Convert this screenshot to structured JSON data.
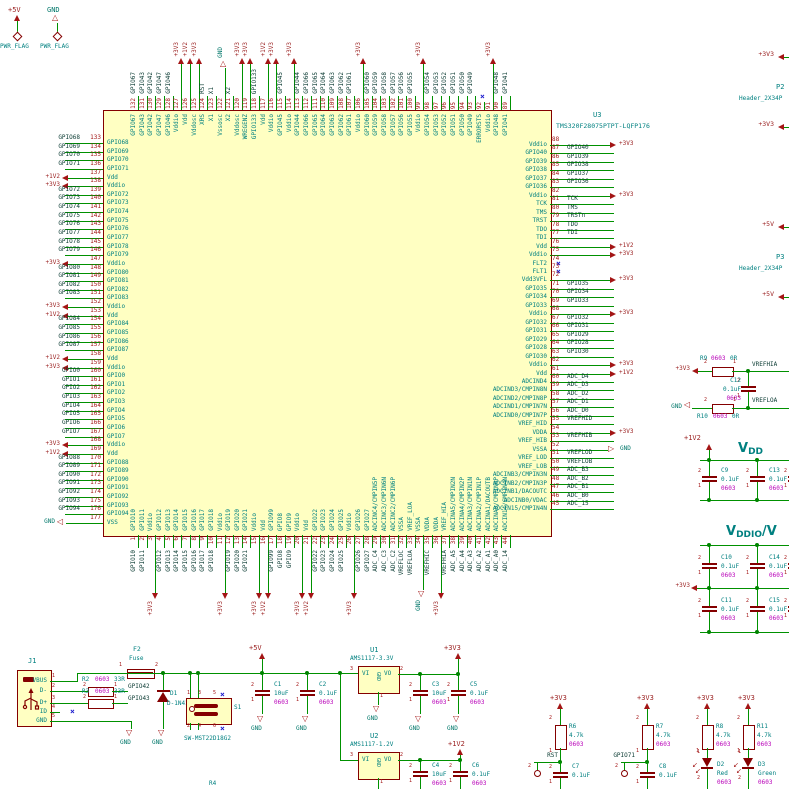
{
  "power": {
    "p5": "+5V",
    "p33": "+3V3",
    "p12": "+1V2",
    "gnd": "GND"
  },
  "power_flags": {
    "label": "PWR_FLAG",
    "flag1_net": "+5V",
    "flag2_net": "GND"
  },
  "nets": {
    "gpio42": "GPIO42",
    "gpio43": "GPIO43",
    "rst": "RST",
    "gpio71": "GPIO71",
    "vrefhia": "VREFHIA",
    "vrefloa": "VREFLOA"
  },
  "titles": {
    "vdd": {
      "lead": "V",
      "sub": "DD",
      "tail": ""
    },
    "vddio": {
      "lead": "V",
      "sub": "DDIO",
      "tail": "/V"
    }
  },
  "headers": {
    "p2": {
      "ref": "P2",
      "value": "Header_2X34P",
      "top_net": "+3V3",
      "bottom_net": "+3V3"
    },
    "p3": {
      "ref": "P3",
      "value": "Header_2X34P",
      "top_net": "+5V",
      "bottom_net": "+5V"
    }
  },
  "components": {
    "J1": {
      "ref": "J1",
      "pin_names": [
        "VBUS",
        "D-",
        "D+",
        "ID",
        "GND"
      ],
      "pin_numbers": [
        "1",
        "2",
        "3",
        "4",
        "5"
      ]
    },
    "F2": {
      "ref": "F2",
      "value": "Fuse"
    },
    "R2": {
      "ref": "R2",
      "fp": "0603",
      "value": "33R"
    },
    "R3": {
      "ref": "R3",
      "fp": "0603",
      "value": "33R"
    },
    "R4": {
      "ref": "R4"
    },
    "D1": {
      "ref": "D1",
      "value": "D-1N4148"
    },
    "S1": {
      "ref": "S1",
      "value": "SW-MST22D18G2"
    },
    "U1": {
      "ref": "U1",
      "value": "AMS1117-3.3V",
      "pin_vi": "VI",
      "pin_vo": "VO",
      "pin_gnd": "GND",
      "num_vi": "3",
      "num_vo": "2",
      "num_gnd": "1"
    },
    "U2": {
      "ref": "U2",
      "value": "AMS1117-1.2V",
      "pin_vi": "VI",
      "pin_vo": "VO",
      "pin_gnd": "GND",
      "num_vi": "3",
      "num_vo": "2",
      "num_gnd": "1"
    },
    "C1": {
      "ref": "C1",
      "value": "10uF",
      "fp": "0603"
    },
    "C2": {
      "ref": "C2",
      "value": "0.1uF",
      "fp": "0603"
    },
    "C3": {
      "ref": "C3",
      "value": "10uF",
      "fp": "0603"
    },
    "C4": {
      "ref": "C4",
      "value": "10uF",
      "fp": "0603"
    },
    "C5": {
      "ref": "C5",
      "value": "0.1uF",
      "fp": "0603"
    },
    "C6": {
      "ref": "C6",
      "value": "0.1uF",
      "fp": "0603"
    },
    "C7": {
      "ref": "C7",
      "value": "0.1uF"
    },
    "C8": {
      "ref": "C8",
      "value": "0.1uF"
    },
    "C9": {
      "ref": "C9",
      "value": "0.1uF",
      "fp": "0603"
    },
    "C10": {
      "ref": "C10",
      "value": "0.1uF",
      "fp": "0603"
    },
    "C11": {
      "ref": "C11",
      "value": "0.1uF",
      "fp": "0603"
    },
    "C12": {
      "ref": "C12",
      "value": "0.1uF",
      "fp": "0603"
    },
    "C13": {
      "ref": "C13",
      "value": "0.1uF",
      "fp": "0603"
    },
    "C14": {
      "ref": "C14",
      "value": "0.1uF",
      "fp": "0603"
    },
    "C15": {
      "ref": "C15",
      "value": "0.1uF",
      "fp": "0603"
    },
    "R6": {
      "ref": "R6",
      "value": "4.7k",
      "fp": "0603"
    },
    "R7": {
      "ref": "R7",
      "value": "4.7k",
      "fp": "0603"
    },
    "R8": {
      "ref": "R8",
      "value": "4.7k",
      "fp": "0603"
    },
    "R11": {
      "ref": "R11",
      "value": "4.7k",
      "fp": "0603"
    },
    "R9": {
      "ref": "R9",
      "fp": "0603",
      "value": "0R"
    },
    "R10": {
      "ref": "R10",
      "fp": "0603",
      "value": "0R"
    },
    "D2": {
      "ref": "D2",
      "value": "Red",
      "fp": "0603"
    },
    "D3": {
      "ref": "D3",
      "value": "Green",
      "fp": "0603"
    }
  },
  "chip": {
    "ref": "U3",
    "part": "TMS320F28075PTPT-LQFP176",
    "left": [
      [
        "133",
        "GPIO68",
        "GPIO68"
      ],
      [
        "134",
        "GPIO69",
        "GPIO69"
      ],
      [
        "135",
        "GPIO70",
        "GPIO70"
      ],
      [
        "136",
        "GPIO71",
        "GPIO71"
      ],
      [
        "137",
        "Vdd",
        "+1V2"
      ],
      [
        "138",
        "Vddio",
        "+3V3"
      ],
      [
        "139",
        "GPIO72",
        "GPIO72"
      ],
      [
        "140",
        "GPIO73",
        "GPIO73"
      ],
      [
        "141",
        "GPIO74",
        "GPIO74"
      ],
      [
        "142",
        "GPIO75",
        "GPIO75"
      ],
      [
        "143",
        "GPIO76",
        "GPIO76"
      ],
      [
        "144",
        "GPIO77",
        "GPIO77"
      ],
      [
        "145",
        "GPIO78",
        "GPIO78"
      ],
      [
        "146",
        "GPIO79",
        "GPIO79"
      ],
      [
        "147",
        "Vddio",
        "+3V3"
      ],
      [
        "148",
        "GPIO80",
        "GPIO80"
      ],
      [
        "149",
        "GPIO81",
        "GPIO81"
      ],
      [
        "150",
        "GPIO82",
        "GPIO82"
      ],
      [
        "151",
        "GPIO83",
        "GPIO83"
      ],
      [
        "152",
        "Vddio",
        "+3V3"
      ],
      [
        "153",
        "Vdd",
        "+1V2"
      ],
      [
        "154",
        "GPIO84",
        "GPIO84"
      ],
      [
        "155",
        "GPIO85",
        "GPIO85"
      ],
      [
        "156",
        "GPIO86",
        "GPIO86"
      ],
      [
        "157",
        "GPIO87",
        "GPIO87"
      ],
      [
        "158",
        "Vdd",
        "+1V2"
      ],
      [
        "159",
        "Vddio",
        "+3V3"
      ],
      [
        "160",
        "GPIO0",
        "GPIO0"
      ],
      [
        "161",
        "GPIO1",
        "GPIO1"
      ],
      [
        "162",
        "GPIO2",
        "GPIO2"
      ],
      [
        "163",
        "GPIO3",
        "GPIO3"
      ],
      [
        "164",
        "GPIO4",
        "GPIO4"
      ],
      [
        "165",
        "GPIO5",
        "GPIO5"
      ],
      [
        "166",
        "GPIO6",
        "GPIO6"
      ],
      [
        "167",
        "GPIO7",
        "GPIO7"
      ],
      [
        "168",
        "Vddio",
        "+3V3"
      ],
      [
        "169",
        "Vdd",
        "+1V2"
      ],
      [
        "170",
        "GPIO88",
        "GPIO88"
      ],
      [
        "171",
        "GPIO89",
        "GPIO89"
      ],
      [
        "172",
        "GPIO90",
        "GPIO90"
      ],
      [
        "173",
        "GPIO91",
        "GPIO91"
      ],
      [
        "174",
        "GPIO92",
        "GPIO92"
      ],
      [
        "175",
        "GPIO93",
        "GPIO93"
      ],
      [
        "176",
        "GPIO94",
        "GPIO94"
      ],
      [
        "177",
        "VSS",
        "GND"
      ]
    ],
    "right": [
      [
        "88",
        "Vddio",
        "+3V3"
      ],
      [
        "87",
        "GPIO40",
        "GPIO40"
      ],
      [
        "86",
        "GPIO39",
        "GPIO39"
      ],
      [
        "85",
        "GPIO38",
        "GPIO38"
      ],
      [
        "84",
        "GPIO37",
        "GPIO37"
      ],
      [
        "83",
        "GPIO36",
        "GPIO36"
      ],
      [
        "82",
        "Vddio",
        "+3V3"
      ],
      [
        "81",
        "TCK",
        "TCK"
      ],
      [
        "80",
        "TMS",
        "TMS"
      ],
      [
        "79",
        "TRST",
        "TRSTn"
      ],
      [
        "78",
        "TDO",
        "TDO"
      ],
      [
        "77",
        "TDI",
        "TDI"
      ],
      [
        "76",
        "Vdd",
        "+1V2"
      ],
      [
        "75",
        "Vddio",
        "+3V3"
      ],
      [
        "74",
        "FLT2",
        "NC"
      ],
      [
        "73",
        "FLT1",
        "NC"
      ],
      [
        "72",
        "Vdd3VFL",
        "+3V3"
      ],
      [
        "71",
        "GPIO35",
        "GPIO35"
      ],
      [
        "70",
        "GPIO34",
        "GPIO34"
      ],
      [
        "69",
        "GPIO33",
        "GPIO33"
      ],
      [
        "68",
        "Vddio",
        "+3V3"
      ],
      [
        "67",
        "GPIO32",
        "GPIO32"
      ],
      [
        "66",
        "GPIO31",
        "GPIO31"
      ],
      [
        "65",
        "GPIO29",
        "GPIO29"
      ],
      [
        "64",
        "GPIO28",
        "GPIO28"
      ],
      [
        "63",
        "GPIO30",
        "GPIO30"
      ],
      [
        "62",
        "Vddio",
        "+3V3"
      ],
      [
        "61",
        "Vdd",
        "+1V2"
      ],
      [
        "60",
        "ADCIND4",
        "ADC_D4"
      ],
      [
        "59",
        "ADCIND3/CMPIN8N",
        "ADC_D3"
      ],
      [
        "58",
        "ADCIND2/CMPIN8P",
        "ADC_D2"
      ],
      [
        "57",
        "ADCIND1/CMPIN7N",
        "ADC_D1"
      ],
      [
        "56",
        "ADCIND0/CMPIN7P",
        "ADC_D0"
      ],
      [
        "55",
        "VREF_HID",
        "VREFHID"
      ],
      [
        "54",
        "VDDA",
        "+3V3"
      ],
      [
        "53",
        "VREF_HIB",
        "VREFHIB"
      ],
      [
        "52",
        "VSSA",
        "GND"
      ],
      [
        "51",
        "VREF_LOD",
        "VREFLOD"
      ],
      [
        "50",
        "VREF_LOB",
        "VREFLOB"
      ],
      [
        "49",
        "ADCINB3/CMPIN3N",
        "ADC_B3"
      ],
      [
        "48",
        "ADCINB2/CMPIN3P",
        "ADC_B2"
      ],
      [
        "47",
        "ADCINB1/DACOUTC",
        "ADC_B1"
      ],
      [
        "46",
        "ADCINB0/VDAC",
        "ADC_B0"
      ],
      [
        "45",
        "ADCIN15/CMPIN4N",
        "ADC_15"
      ]
    ],
    "top": [
      [
        "132",
        "GPIO67",
        "GPIO67"
      ],
      [
        "131",
        "GPIO43",
        "GPIO43"
      ],
      [
        "130",
        "GPIO42",
        "GPIO42"
      ],
      [
        "129",
        "GPIO47",
        "GPIO47"
      ],
      [
        "128",
        "GPIO46",
        "GPIO46"
      ],
      [
        "127",
        "Vddio",
        "+3V3"
      ],
      [
        "126",
        "Vdd",
        "+1V2"
      ],
      [
        "125",
        "Vddosc",
        "+3V3"
      ],
      [
        "124",
        "XRS",
        "RST"
      ],
      [
        "123",
        "X1",
        "X1"
      ],
      [
        "122",
        "Vssosc",
        "GND"
      ],
      [
        "121",
        "X2",
        "X2"
      ],
      [
        "120",
        "Vddosc",
        "+3V3"
      ],
      [
        "119",
        "WREGENZ",
        "+3V3"
      ],
      [
        "118",
        "GPIO133",
        "GPIO133"
      ],
      [
        "117",
        "Vdd",
        "+1V2"
      ],
      [
        "116",
        "Vddio",
        "+3V3"
      ],
      [
        "115",
        "GPIO45",
        "GPIO45"
      ],
      [
        "114",
        "Vddio",
        "+3V3"
      ],
      [
        "113",
        "GPIO44",
        "GPIO44"
      ],
      [
        "112",
        "GPIO66",
        "GPIO66"
      ],
      [
        "111",
        "GPIO65",
        "GPIO65"
      ],
      [
        "110",
        "GPIO64",
        "GPIO64"
      ],
      [
        "109",
        "GPIO63",
        "GPIO63"
      ],
      [
        "108",
        "GPIO62",
        "GPIO62"
      ],
      [
        "107",
        "GPIO61",
        "GPIO61"
      ],
      [
        "106",
        "Vddio",
        "+3V3"
      ],
      [
        "105",
        "GPIO60",
        "GPIO60"
      ],
      [
        "104",
        "GPIO59",
        "GPIO59"
      ],
      [
        "103",
        "GPIO58",
        "GPIO58"
      ],
      [
        "102",
        "GPIO57",
        "GPIO57"
      ],
      [
        "101",
        "GPIO56",
        "GPIO56"
      ],
      [
        "100",
        "GPIO55",
        "GPIO55"
      ],
      [
        "99",
        "Vddio",
        "+3V3"
      ],
      [
        "98",
        "GPIO54",
        "GPIO54"
      ],
      [
        "97",
        "GPIO53",
        "GPIO53"
      ],
      [
        "96",
        "GPIO52",
        "GPIO52"
      ],
      [
        "95",
        "GPIO51",
        "GPIO51"
      ],
      [
        "94",
        "GPIO50",
        "GPIO50"
      ],
      [
        "93",
        "GPIO49",
        "GPIO49"
      ],
      [
        "92",
        "ERRORSTS",
        "NC"
      ],
      [
        "91",
        "Vddio",
        "+3V3"
      ],
      [
        "90",
        "GPIO48",
        "GPIO48"
      ],
      [
        "89",
        "GPIO41",
        "GPIO41"
      ]
    ],
    "bottom": [
      [
        "1",
        "GPIO10",
        "GPIO10"
      ],
      [
        "2",
        "GPIO11",
        "GPIO11"
      ],
      [
        "3",
        "Vddio",
        "+3V3"
      ],
      [
        "4",
        "GPIO12",
        "GPIO12"
      ],
      [
        "5",
        "GPIO13",
        "GPIO13"
      ],
      [
        "6",
        "GPIO14",
        "GPIO14"
      ],
      [
        "7",
        "GPIO15",
        "GPIO15"
      ],
      [
        "8",
        "GPIO16",
        "GPIO16"
      ],
      [
        "9",
        "GPIO17",
        "GPIO17"
      ],
      [
        "10",
        "GPIO18",
        "GPIO18"
      ],
      [
        "11",
        "Vddio",
        "+3V3"
      ],
      [
        "12",
        "GPIO19",
        "GPIO19"
      ],
      [
        "13",
        "GPIO20",
        "GPIO20"
      ],
      [
        "14",
        "GPIO21",
        "GPIO21"
      ],
      [
        "15",
        "Vddio",
        "+3V3"
      ],
      [
        "16",
        "Vdd",
        "+1V2"
      ],
      [
        "17",
        "GPIO99",
        "GPIO99"
      ],
      [
        "18",
        "GPIO8",
        "GPIO8"
      ],
      [
        "19",
        "GPIO9",
        "GPIO9"
      ],
      [
        "20",
        "Vddio",
        "+3V3"
      ],
      [
        "21",
        "Vdd",
        "+1V2"
      ],
      [
        "22",
        "GPIO22",
        "GPIO22"
      ],
      [
        "23",
        "GPIO23",
        "GPIO23"
      ],
      [
        "24",
        "GPIO24",
        "GPIO24"
      ],
      [
        "25",
        "GPIO25",
        "GPIO25"
      ],
      [
        "26",
        "Vddio",
        "+3V3"
      ],
      [
        "27",
        "GPIO26",
        "GPIO26"
      ],
      [
        "28",
        "GPIO27",
        "GPIO27"
      ],
      [
        "29",
        "ADCINC4/CMPIN5P",
        "ADC_C4"
      ],
      [
        "30",
        "ADCINC3/CMPIN6N",
        "ADC_C3"
      ],
      [
        "31",
        "ADCINC2/CMPIN6P",
        "ADC_C2"
      ],
      [
        "32",
        "VSSA",
        "VREFLOC"
      ],
      [
        "33",
        "VREF_LOA",
        "VREFLOA"
      ],
      [
        "34",
        "VSSA",
        "GND"
      ],
      [
        "35",
        "VDDA",
        "VREFHIC"
      ],
      [
        "36",
        "VDDA",
        "+3V3"
      ],
      [
        "37",
        "VREF_HIA",
        "VREFHIA"
      ],
      [
        "38",
        "ADCINA5/CMPIN2N",
        "ADC_A5"
      ],
      [
        "39",
        "ADCINA4/CMPIN2P",
        "ADC_A4"
      ],
      [
        "40",
        "ADCINA3/CMPIN1N",
        "ADC_A3"
      ],
      [
        "41",
        "ADCINA2/CMPIN1P",
        "ADC_A2"
      ],
      [
        "42",
        "ADCINA1/DACOUTB",
        "ADC_A1"
      ],
      [
        "43",
        "ADCINA0/CMPIN4P",
        "ADC_A0"
      ],
      [
        "44",
        "ADCIN14/CMPIN4N",
        "ADC_14"
      ]
    ]
  }
}
